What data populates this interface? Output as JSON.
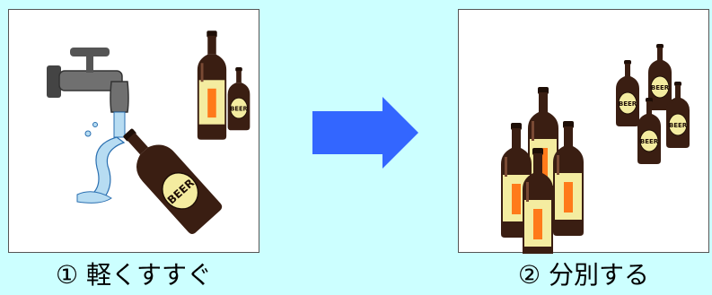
{
  "steps": [
    {
      "caption": "① 軽くすすぐ",
      "bottle_label": "BEER"
    },
    {
      "caption": "② 分別する",
      "bottle_label": "BEER"
    }
  ],
  "colors": {
    "background": "#ccffff",
    "arrow": "#3366ff",
    "bottle_glass": "#3a1e12",
    "bottle_label": "#f4eca0",
    "label_accent": "#ff7a1a",
    "faucet": "#707070",
    "water": "#b7dcf2"
  },
  "icons": {
    "left_panel": [
      "faucet-icon",
      "water-stream-icon",
      "beer-bottle-icon"
    ],
    "arrow": "right-arrow-icon",
    "right_panel": [
      "large-bottle-group-icon",
      "beer-bottle-group-icon"
    ]
  }
}
